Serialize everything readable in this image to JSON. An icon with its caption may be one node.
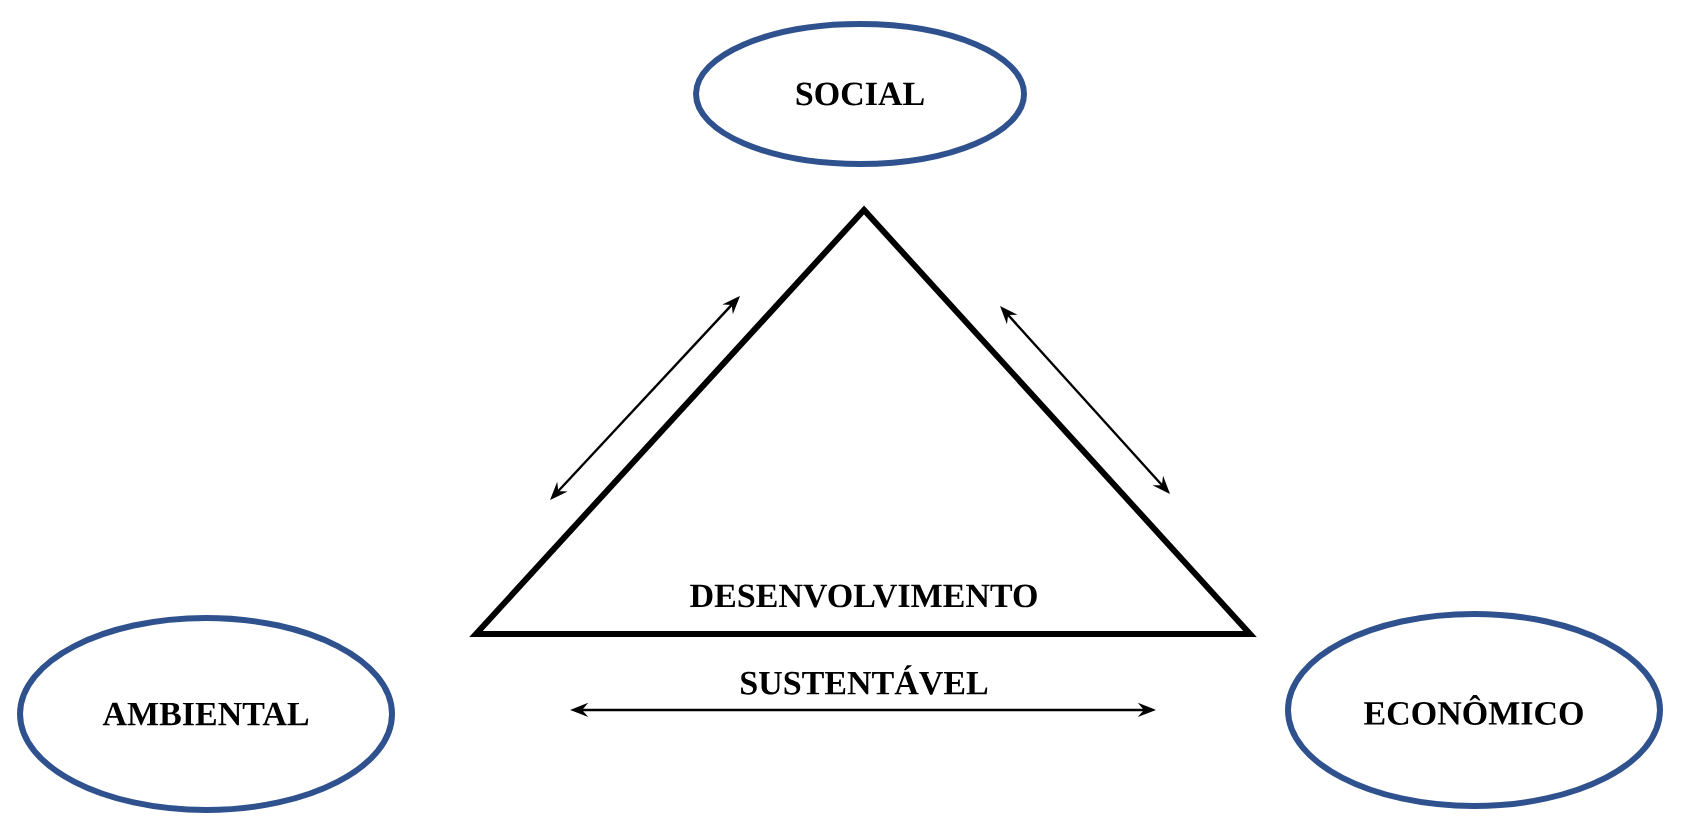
{
  "diagram": {
    "nodes": [
      {
        "text": [
          "SOCIAL"
        ]
      },
      {
        "text": [
          "AMBIENTAL"
        ]
      },
      {
        "text": [
          "ECONÔMICO"
        ]
      },
      {
        "text": [
          "DESENVOLVIMENTO",
          "SUSTENTÁVEL"
        ]
      }
    ]
  }
}
